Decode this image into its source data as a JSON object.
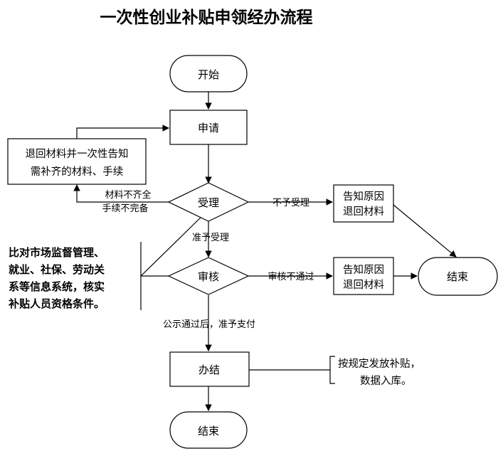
{
  "title": "一次性创业补贴申领经办流程",
  "nodes": {
    "start": "开始",
    "apply": "申请",
    "accept": "受理",
    "review": "审核",
    "complete": "办结",
    "end_bottom": "结束",
    "end_right": "结束"
  },
  "notes": {
    "return_materials": [
      "退回材料并一次性告知",
      "需补齐的材料、手续"
    ],
    "notify_reject_1": [
      "告知原因",
      "退回材料"
    ],
    "notify_reject_2": [
      "告知原因",
      "退回材料"
    ],
    "compare_systems": [
      "比对市场监督管理、",
      "就业、社保、劳动关",
      "系等信息系统，核实",
      "补贴人员资格条件。"
    ],
    "payout": [
      "按规定发放补贴，",
      "数据入库。"
    ]
  },
  "edge_labels": {
    "incomplete": [
      "材料不齐全",
      "手续不完备"
    ],
    "not_accepted": "不予受理",
    "accepted": "准予受理",
    "review_failed": "审核不通过",
    "after_publicity": "公示通过后，准予支付"
  }
}
